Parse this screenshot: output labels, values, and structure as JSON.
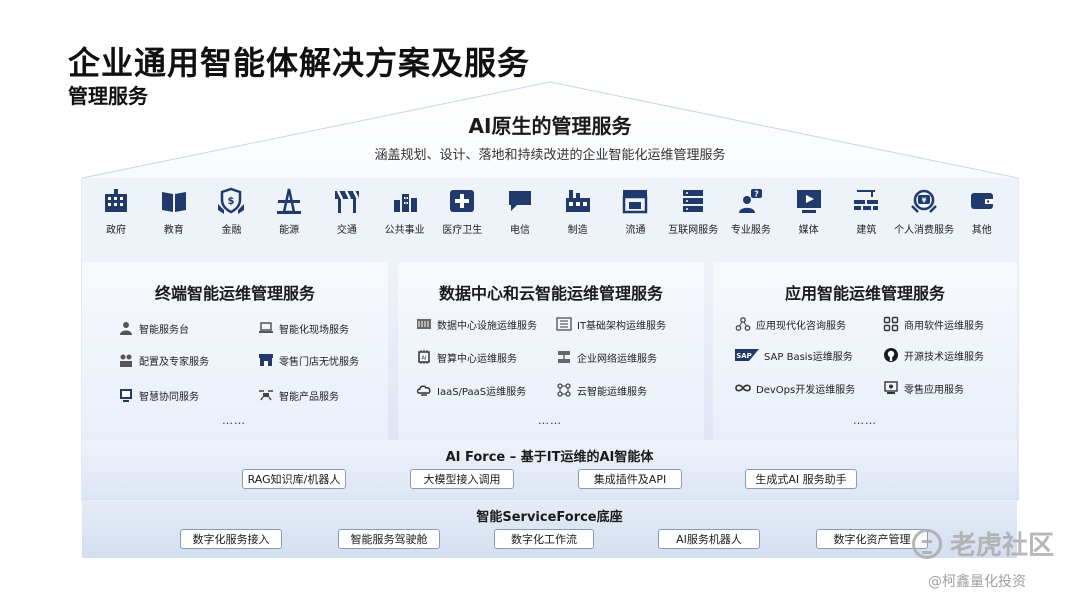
{
  "header": {
    "title": "企业通用智能体解决方案及服务",
    "subtitle": "管理服务"
  },
  "roof": {
    "title": "AI原生的管理服务",
    "subtitle": "涵盖规划、设计、落地和持续改进的企业智能化运维管理服务"
  },
  "industries": [
    {
      "label": "政府",
      "icon": "building-icon"
    },
    {
      "label": "教育",
      "icon": "book-icon"
    },
    {
      "label": "金融",
      "icon": "shield-hand-icon"
    },
    {
      "label": "能源",
      "icon": "oil-rig-icon"
    },
    {
      "label": "交通",
      "icon": "road-barrier-icon"
    },
    {
      "label": "公共事业",
      "icon": "city-icon"
    },
    {
      "label": "医疗卫生",
      "icon": "medical-cross-icon"
    },
    {
      "label": "电信",
      "icon": "chat-bubble-icon"
    },
    {
      "label": "制造",
      "icon": "factory-icon"
    },
    {
      "label": "流通",
      "icon": "store-icon"
    },
    {
      "label": "互联网服务",
      "icon": "server-icon"
    },
    {
      "label": "专业服务",
      "icon": "consultant-icon"
    },
    {
      "label": "媒体",
      "icon": "video-play-icon"
    },
    {
      "label": "建筑",
      "icon": "brick-crane-icon"
    },
    {
      "label": "个人消费服务",
      "icon": "consumer-service-icon"
    },
    {
      "label": "其他",
      "icon": "wallet-icon"
    }
  ],
  "panels": [
    {
      "title": "终端智能运维管理服务",
      "items": [
        {
          "label": "智能服务台",
          "icon": "service-desk-icon"
        },
        {
          "label": "智能化现场服务",
          "icon": "laptop-icon"
        },
        {
          "label": "配置及专家服务",
          "icon": "expert-team-icon"
        },
        {
          "label": "零售门店无忧服务",
          "icon": "retail-store-icon"
        },
        {
          "label": "智慧协同服务",
          "icon": "collaboration-icon"
        },
        {
          "label": "智能产品服务",
          "icon": "drone-icon"
        }
      ],
      "more": "……"
    },
    {
      "title": "数据中心和云智能运维管理服务",
      "items": [
        {
          "label": "数据中心设施运维服务",
          "icon": "datacenter-icon"
        },
        {
          "label": "IT基础架构运维服务",
          "icon": "it-infra-icon"
        },
        {
          "label": "智算中心运维服务",
          "icon": "ai-chip-icon"
        },
        {
          "label": "企业网络运维服务",
          "icon": "network-icon"
        },
        {
          "label": "IaaS/PaaS运维服务",
          "icon": "cloud-layers-icon"
        },
        {
          "label": "云智能运维服务",
          "icon": "cloud-nodes-icon"
        }
      ],
      "more": "……"
    },
    {
      "title": "应用智能运维管理服务",
      "items": [
        {
          "label": "应用现代化咨询服务",
          "icon": "modernization-icon"
        },
        {
          "label": "商用软件运维服务",
          "icon": "app-grid-icon"
        },
        {
          "label": "SAP Basis运维服务",
          "icon": "sap-logo-icon"
        },
        {
          "label": "开源技术运维服务",
          "icon": "github-icon"
        },
        {
          "label": "DevOps开发运维服务",
          "icon": "devops-icon"
        },
        {
          "label": "零售应用服务",
          "icon": "pos-terminal-icon"
        }
      ],
      "more": "……"
    }
  ],
  "aiforce": {
    "title": "AI Force – 基于IT运维的AI智能体",
    "chips": [
      "RAG知识库/机器人",
      "大模型接入调用",
      "集成插件及API",
      "生成式AI 服务助手"
    ]
  },
  "base": {
    "title": "智能ServiceForce底座",
    "chips": [
      "数字化服务接入",
      "智能服务驾驶舱",
      "数字化工作流",
      "AI服务机器人",
      "数字化资产管理"
    ]
  },
  "watermark": {
    "main": "老虎社区",
    "credit": "@柯鑫量化投资"
  },
  "colors": {
    "icon": "#1f3a6b",
    "panel_top": "#f7f9fd",
    "panel_bottom": "#e9eff9",
    "chip_border": "#8a9bb8"
  }
}
